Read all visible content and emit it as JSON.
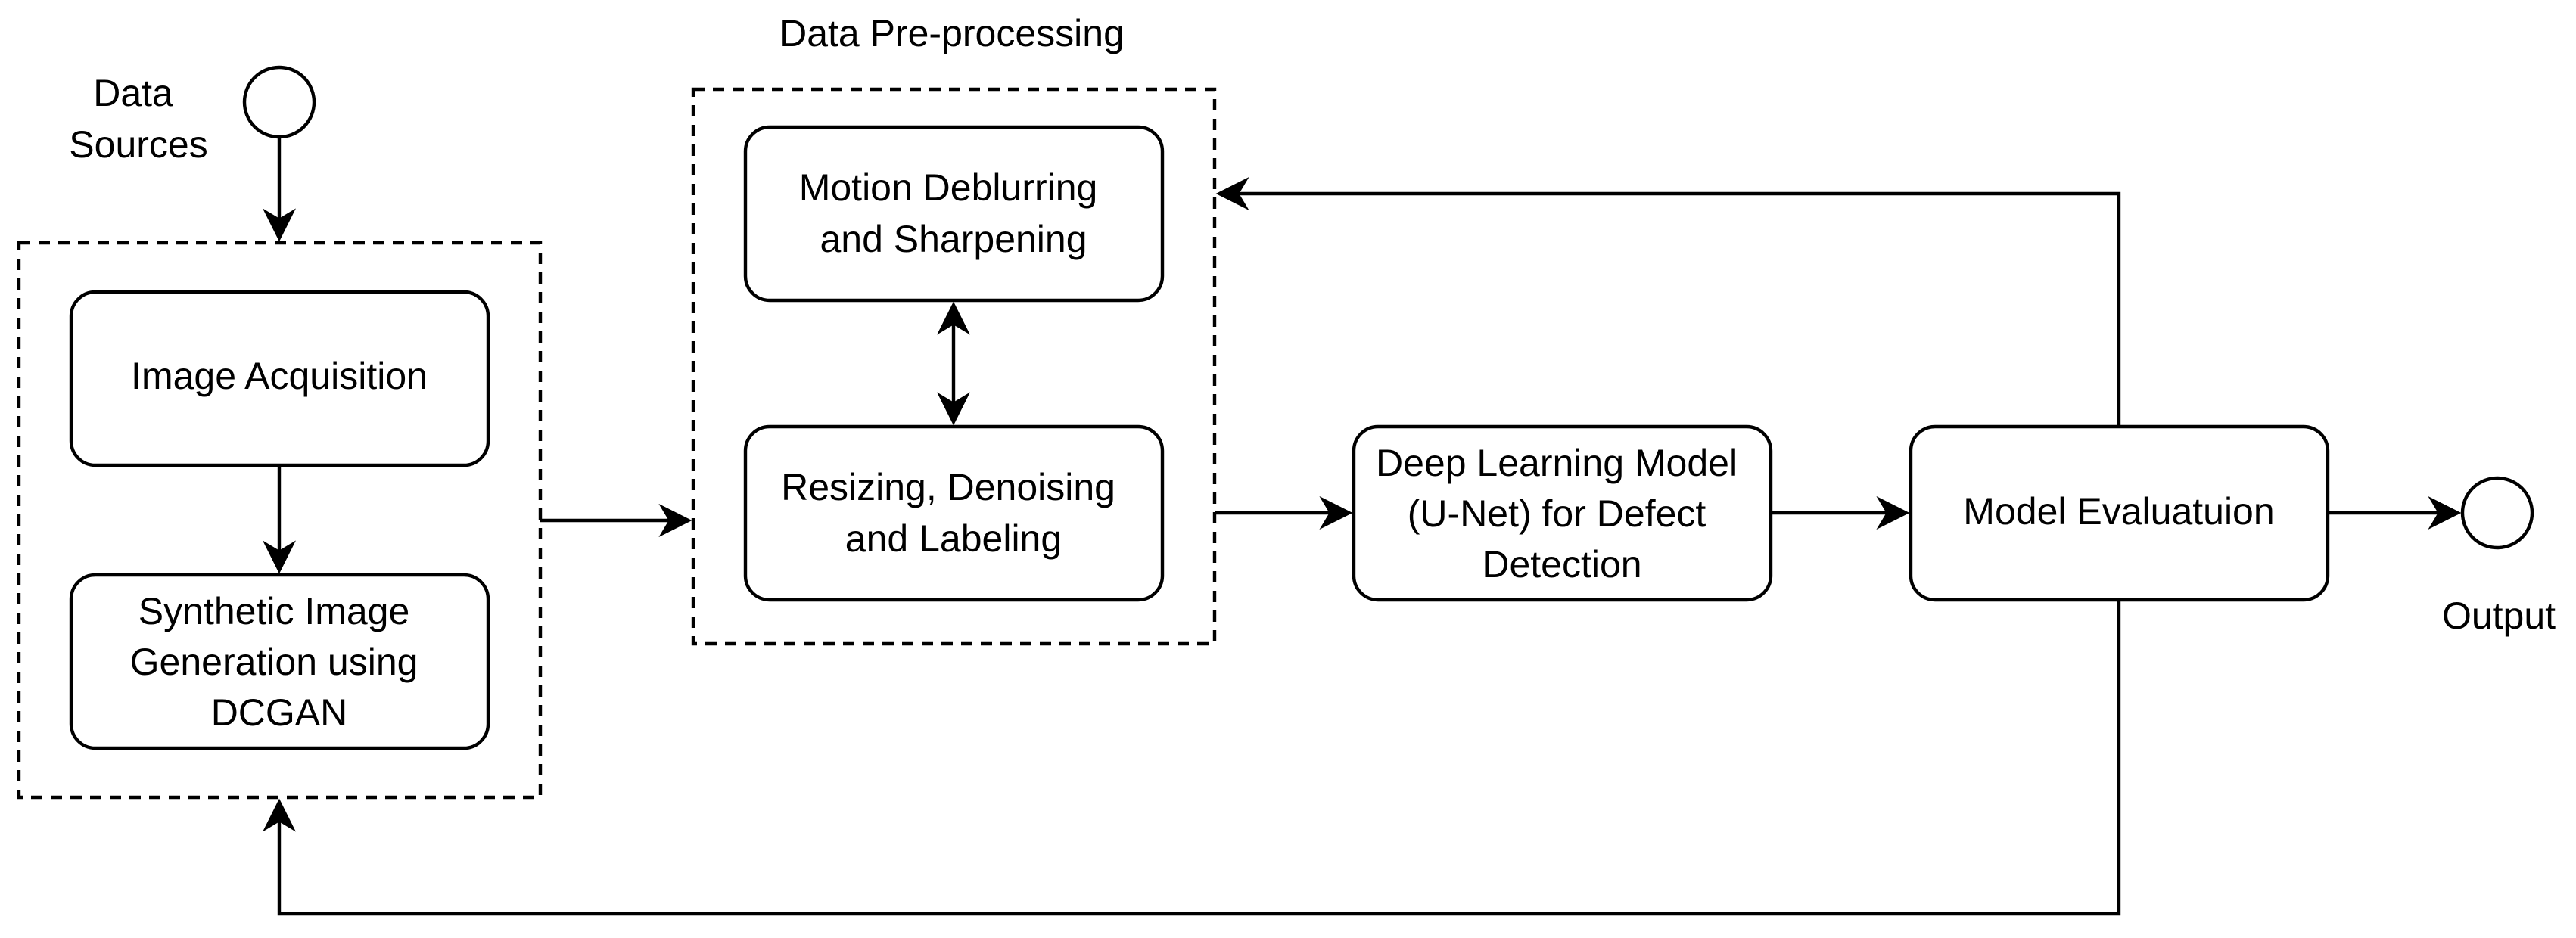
{
  "colors": {
    "stroke": "#000000",
    "fill": "#ffffff",
    "background": "#ffffff"
  },
  "labels": {
    "data_sources": [
      "Data",
      "Sources"
    ],
    "pre_processing_title": "Data Pre-processing",
    "output": "Output"
  },
  "nodes": {
    "image_acquisition": [
      "Image Acquisition"
    ],
    "synthetic_generation": [
      "Synthetic Image",
      "Generation using",
      "DCGAN"
    ],
    "motion_deblurring": [
      "Motion Deblurring",
      "and Sharpening"
    ],
    "resizing": [
      "Resizing, Denoising",
      "and Labeling"
    ],
    "deep_learning": [
      "Deep Learning Model",
      "(U-Net) for Defect",
      "Detection"
    ],
    "model_evaluation": [
      "Model Evaluatuion"
    ]
  }
}
